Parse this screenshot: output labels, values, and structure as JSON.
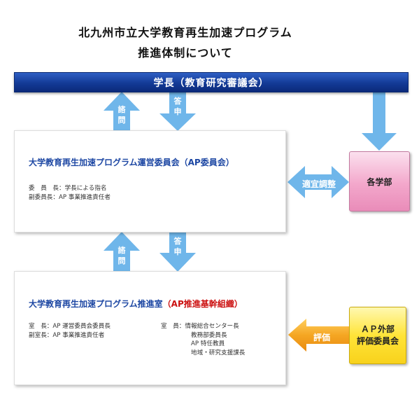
{
  "title": {
    "line1": "北九州市立大学教育再生加速プログラム",
    "line2": "推進体制について"
  },
  "president": {
    "label": "学長（教育研究審議会）"
  },
  "committee": {
    "title": "大学教育再生加速プログラム運営委員会（AP委員会）",
    "members": [
      "委　員　長：学長による指名",
      "副委員長：AP 事業推進責任者"
    ]
  },
  "office": {
    "title_main": "大学教育再生加速プログラム推進室",
    "title_sub": "（AP推進基幹組織）",
    "staff_left": [
      "室　長：AP 運営委員会委員長",
      "副室長：AP 事業推進責任者"
    ],
    "staff_right_label": "室　員：",
    "staff_right": [
      "情報総合センター長",
      "教務部委員長",
      "AP 特任教員",
      "地域・研究支援課長"
    ]
  },
  "faculties": {
    "label": "各学部"
  },
  "external": {
    "line1": "ＡＰ外部",
    "line2": "評価委員会"
  },
  "arrows": {
    "consult": "諮問",
    "report": "答申",
    "coordination": "適宜調整",
    "evaluation": "評価"
  },
  "colors": {
    "arrow_blue": "#6fb6ea",
    "bar_navy": "#133a96",
    "panel_title_blue": "#1d47a3",
    "highlight_red": "#cc1111",
    "faculty_pink": "#f3a7cb",
    "external_yellow": "#ffe438",
    "arrow_orange": "#f4a21b"
  }
}
